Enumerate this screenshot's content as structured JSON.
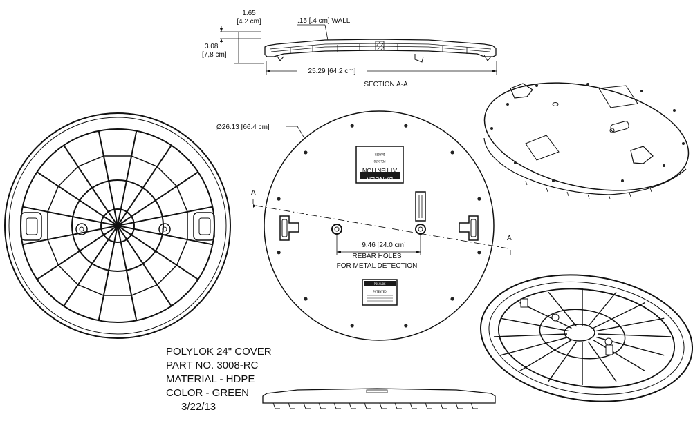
{
  "section": {
    "dim_height_top": "1.65",
    "dim_height_top_metric": "[4.2 cm]",
    "dim_wall": ".15  [.4 cm] WALL",
    "dim_height": "3.08",
    "dim_height_metric": "[7,8 cm]",
    "dim_width": "25.29 [64.2 cm]",
    "label": "SECTION  A-A"
  },
  "top_view": {
    "diameter": "Ø26.13 [66.4 cm]",
    "section_marker_left": "A",
    "section_marker_right": "A",
    "rebar_spacing": "9.46 [24.0 cm]",
    "rebar_note_line1": "REBAR HOLES",
    "rebar_note_line2": "FOR METAL DETECTION",
    "warning_label_lines": [
      "DANGER",
      "ATTENTION",
      "PELIGRO",
      "DANGER"
    ],
    "brand_label_lines": [
      "POLYLOK",
      "PATENTED"
    ]
  },
  "title_block": {
    "line1": "POLYLOK 24\" COVER",
    "line2": "PART NO. 3008-RC",
    "line3": "MATERIAL - HDPE",
    "line4": "COLOR - GREEN",
    "line5": "3/22/13"
  },
  "colors": {
    "ink": "#111111",
    "paper": "#ffffff",
    "label_fill": "#1a1a1a"
  }
}
